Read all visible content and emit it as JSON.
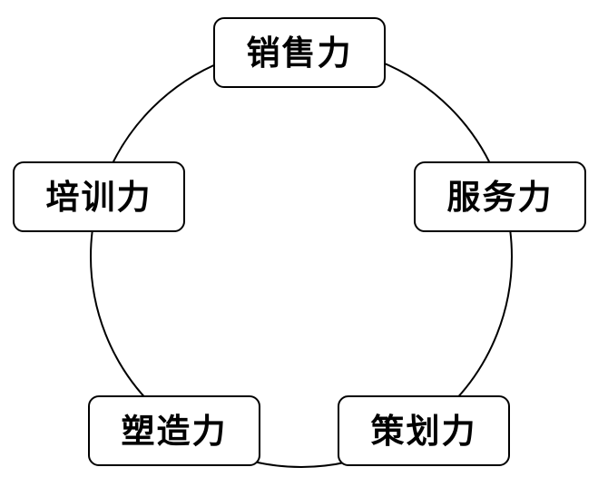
{
  "diagram": {
    "nodes": [
      {
        "label": "销售力"
      },
      {
        "label": "培训力"
      },
      {
        "label": "服务力"
      },
      {
        "label": "塑造力"
      },
      {
        "label": "策划力"
      }
    ]
  },
  "colors": {
    "stroke": "#000000",
    "background": "#ffffff"
  }
}
